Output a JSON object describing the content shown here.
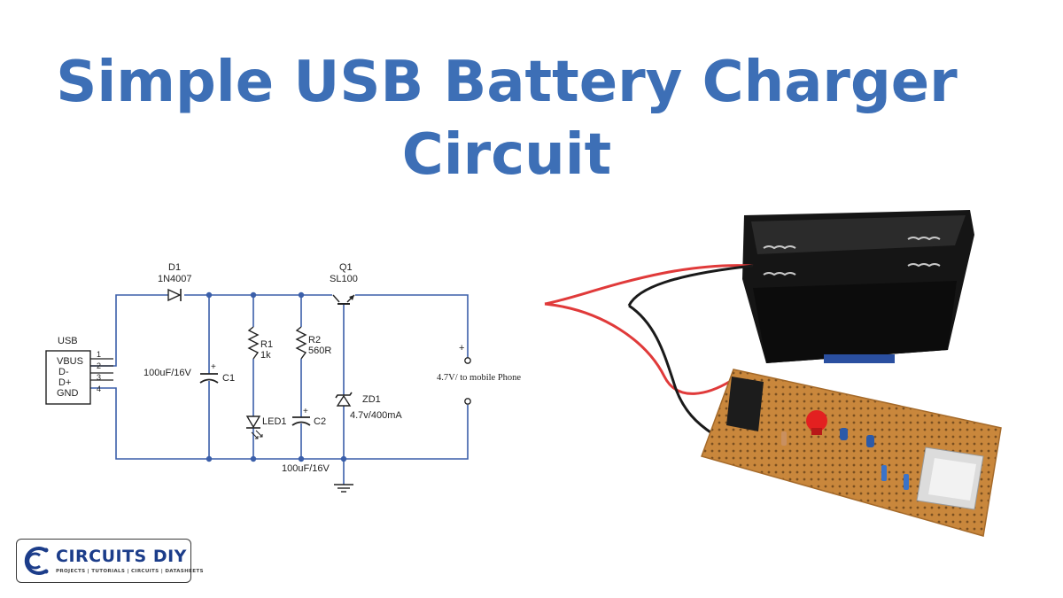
{
  "title": {
    "line1": "Simple USB Battery Charger",
    "line2": "Circuit"
  },
  "schematic": {
    "usb": {
      "label": "USB",
      "pins": [
        "VBUS",
        "D-",
        "D+",
        "GND"
      ],
      "pin_numbers": [
        "1",
        "2",
        "3",
        "4"
      ]
    },
    "d1": {
      "ref": "D1",
      "value": "1N4007"
    },
    "c1": {
      "ref": "C1",
      "value": "100uF/16V",
      "polarity": "+"
    },
    "r1": {
      "ref": "R1",
      "value": "1k"
    },
    "led1": {
      "ref": "LED1"
    },
    "r2": {
      "ref": "R2",
      "value": "560R"
    },
    "c2": {
      "ref": "C2",
      "value": "100uF/16V",
      "polarity": "+"
    },
    "q1": {
      "ref": "Q1",
      "value": "SL100"
    },
    "zd1": {
      "ref": "ZD1",
      "value": "4.7v/400mA"
    },
    "output": {
      "plus": "+",
      "label": "4.7V/ to mobile Phone"
    }
  },
  "logo": {
    "name": "CIRCUITS DIY",
    "tagline": "PROJECTS | TUTORIALS | CIRCUITS | DATASHEETS"
  },
  "colors": {
    "title": "#3d6fb6",
    "wire": "#3b5faa",
    "logo_text": "#1c3d8a"
  }
}
